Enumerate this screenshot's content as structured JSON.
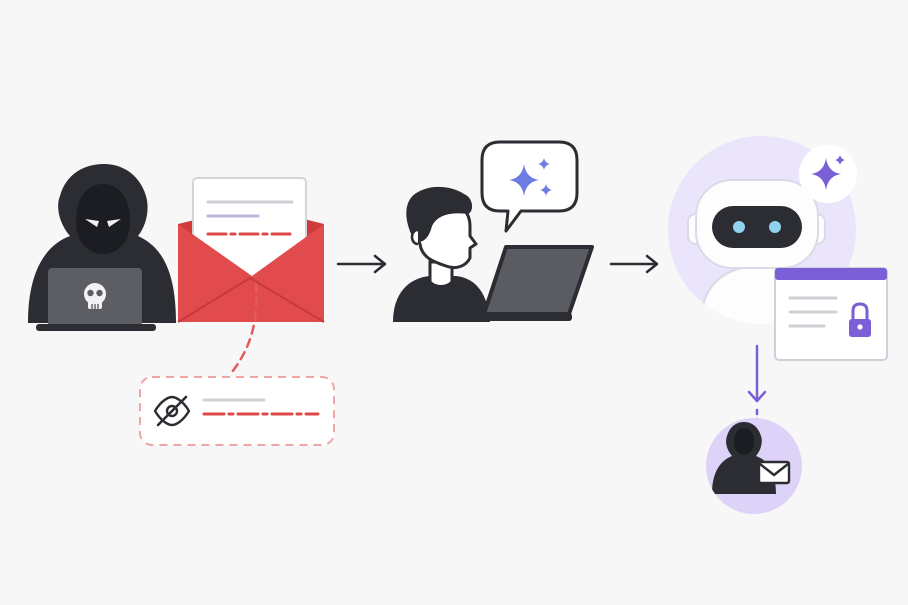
{
  "scene": {
    "nodes": [
      {
        "id": "attacker",
        "icon": "hooded-hacker-laptop-icon"
      },
      {
        "id": "email",
        "icon": "open-envelope-with-hidden-text-icon"
      },
      {
        "id": "hidden_instruction",
        "icon": "eye-slash-icon"
      },
      {
        "id": "user",
        "icon": "person-at-laptop-icon"
      },
      {
        "id": "user_prompt",
        "icon": "speech-bubble-sparkle-icon"
      },
      {
        "id": "assistant",
        "icon": "robot-assistant-icon"
      },
      {
        "id": "private_data",
        "icon": "locked-browser-window-icon"
      },
      {
        "id": "exfiltration",
        "icon": "hacker-receives-mail-icon"
      }
    ],
    "flow": [
      {
        "from": "email",
        "to": "user",
        "style": "solid-arrow"
      },
      {
        "from": "user",
        "to": "assistant",
        "style": "solid-arrow"
      },
      {
        "from": "email",
        "to": "hidden_instruction",
        "style": "dashed-red"
      },
      {
        "from": "private_data",
        "to": "exfiltration",
        "style": "purple-arrow"
      }
    ],
    "colors": {
      "background": "#f7f7f8",
      "ink": "#2b2d33",
      "envelope_red": "#e24b4d",
      "hidden_red": "#de4748",
      "ai_purple": "#7a5fd6",
      "ai_sparkle": "#6e7be3",
      "robot_halo": "#ebe5fb",
      "robot_eye": "#8fd3ee",
      "screen_gray": "#5b5c62"
    }
  }
}
